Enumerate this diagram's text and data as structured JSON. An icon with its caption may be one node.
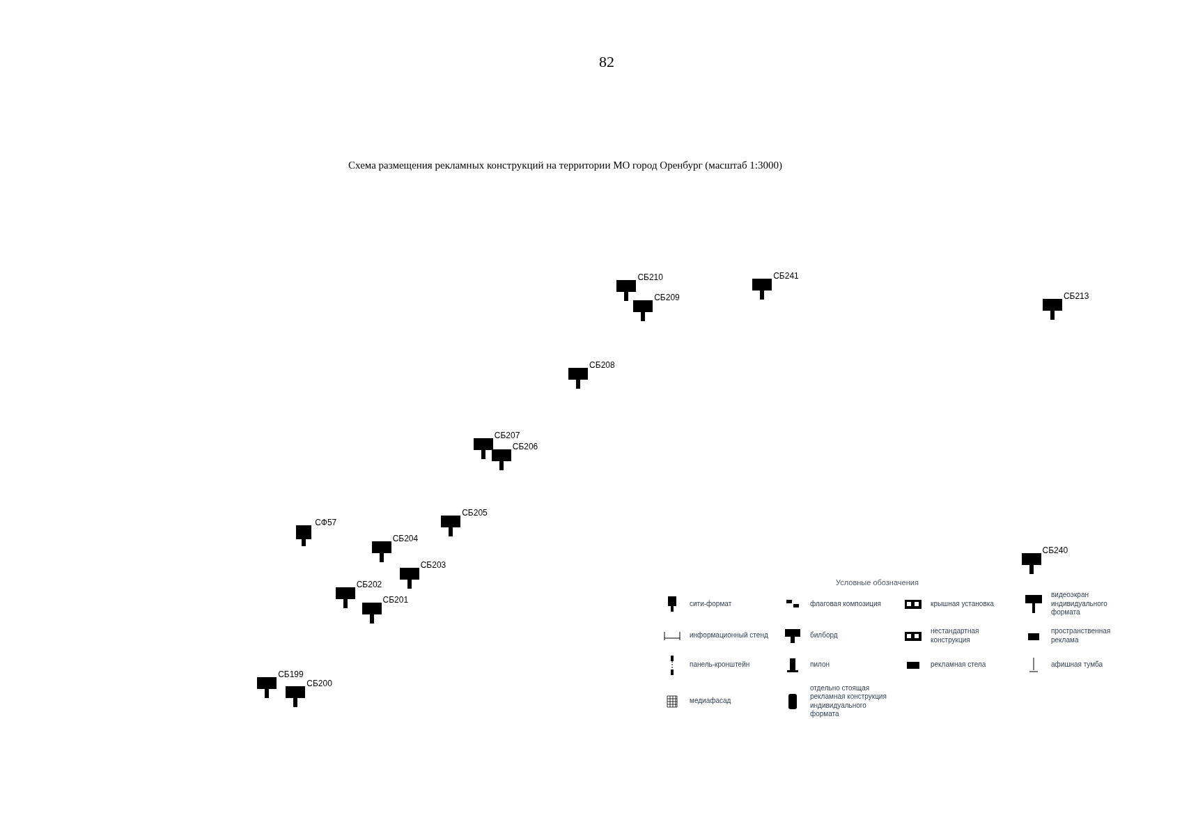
{
  "diagram": {
    "title": "Схема размещения рекламных конструкций на территории МО город Оренбург (масштаб 1:3000)",
    "labels": [
      "82",
      "СБ210",
      "СБ209",
      "СБ241",
      "СБ213",
      "СБ208",
      "СБ207",
      "СБ206",
      "СФ57",
      "СБ205",
      "СБ204",
      "СБ203",
      "СБ202",
      "СБ201",
      "СБ240",
      "СБ199",
      "СБ200",
      "Условные обозначения"
    ],
    "legend": [
      {
        "text": "сити-формат"
      },
      {
        "text": "флаговая композиция"
      },
      {
        "text": "крышная установка"
      },
      {
        "text": "видеоэкран индивидуального формата"
      },
      {
        "text": "информационный стенд"
      },
      {
        "text": "билборд"
      },
      {
        "text": "нестандартная конструкция"
      },
      {
        "text": "пространственная реклама"
      },
      {
        "text": "панель-кронштейн"
      },
      {
        "text": "пилон"
      },
      {
        "text": "рекламная стела"
      },
      {
        "text": "афишная тумба"
      },
      {
        "text": "медиафасад"
      },
      {
        "text": "отдельно стоящая рекламная конструкция индивидуального формата"
      }
    ]
  }
}
